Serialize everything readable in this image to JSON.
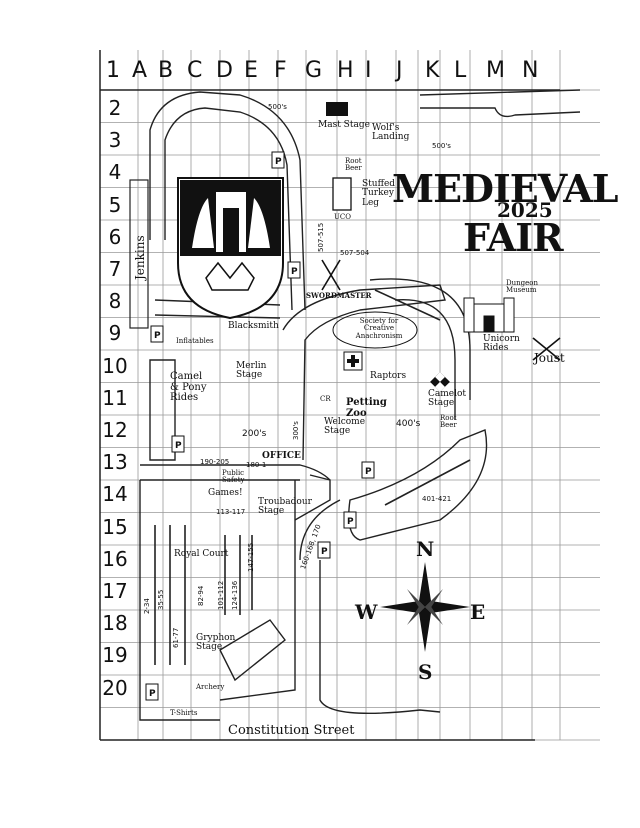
{
  "title": {
    "line1": "MEDIEVAL",
    "year": "2025",
    "line2": "FAIR"
  },
  "columns": [
    "A",
    "B",
    "C",
    "D",
    "E",
    "F",
    "G",
    "H",
    "I",
    "J",
    "K",
    "L",
    "M",
    "N"
  ],
  "rows": [
    "1",
    "2",
    "3",
    "4",
    "5",
    "6",
    "7",
    "8",
    "9",
    "10",
    "11",
    "12",
    "13",
    "14",
    "15",
    "16",
    "17",
    "18",
    "19",
    "20"
  ],
  "street": "Constitution Street",
  "side_road": "Jenkins",
  "compass": {
    "n": "N",
    "s": "S",
    "e": "E",
    "w": "W"
  },
  "locations": {
    "mast_stage": "Mast Stage",
    "wolfs_landing": "Wolf's Landing",
    "root_beer_1": "Root Beer",
    "stuffed_turkey_leg": "Stuffed Turkey Leg",
    "uco": "UCO",
    "swordmaster": "SWORDMASTER",
    "dungeon_museum": "Dungeon Museum",
    "blacksmith": "Blacksmith",
    "inflatables": "Inflatables",
    "merlin_stage": "Merlin Stage",
    "camel_rides": "Camel & Pony Rides",
    "society": "Society for Creative Anachronism",
    "raptors": "Raptors",
    "petting_zoo": "Petting Zoo",
    "welcome_stage": "Welcome Stage",
    "camelot_stage": "Camelot Stage",
    "root_beer_2": "Root Beer",
    "unicorn_rides": "Unicorn Rides",
    "joust": "Joust",
    "office": "OFFICE",
    "public_safety": "Public Safety",
    "games": "Games!",
    "troubadour_stage": "Troubadour Stage",
    "royal_court": "Royal Court",
    "gryphon_stage": "Gryphon Stage",
    "archery": "Archery",
    "tshirts": "T-Shirts",
    "cr": "CR"
  },
  "booth_ranges": {
    "r500_top": "500's",
    "r500_right": "500's",
    "r507": "507-515",
    "r507_504": "507-504",
    "r200": "200's",
    "r300": "300's",
    "r400": "400's",
    "r190": "190-205",
    "r180": "180-1",
    "r113": "113-117",
    "r82": "82-94",
    "r101": "101-112",
    "r124": "124-136",
    "r147": "147-155",
    "r35": "35-55",
    "r2": "2-34",
    "r61": "61-77",
    "r160": "160-168, 170",
    "r401": "401-421"
  }
}
